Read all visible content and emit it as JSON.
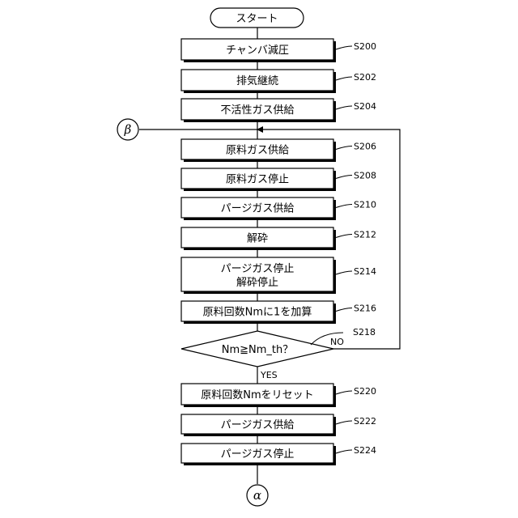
{
  "start": "スタート",
  "steps": [
    {
      "id": "S200",
      "text": "チャンバ減圧"
    },
    {
      "id": "S202",
      "text": "排気継続"
    },
    {
      "id": "S204",
      "text": "不活性ガス供給"
    },
    {
      "id": "S206",
      "text": "原料ガス供給"
    },
    {
      "id": "S208",
      "text": "原料ガス停止"
    },
    {
      "id": "S210",
      "text": "パージガス供給"
    },
    {
      "id": "S212",
      "text": "解砕"
    },
    {
      "id": "S214",
      "text": "パージガス停止",
      "text2": "解砕停止"
    },
    {
      "id": "S216",
      "text": "原料回数Nmに1を加算"
    },
    {
      "id": "S220",
      "text": "原料回数Nmをリセット"
    },
    {
      "id": "S222",
      "text": "パージガス供給"
    },
    {
      "id": "S224",
      "text": "パージガス停止"
    }
  ],
  "decision": {
    "id": "S218",
    "text": "Nm≧Nm_th？",
    "yes": "YES",
    "no": "NO"
  },
  "connectors": {
    "beta": "β",
    "alpha": "α"
  }
}
